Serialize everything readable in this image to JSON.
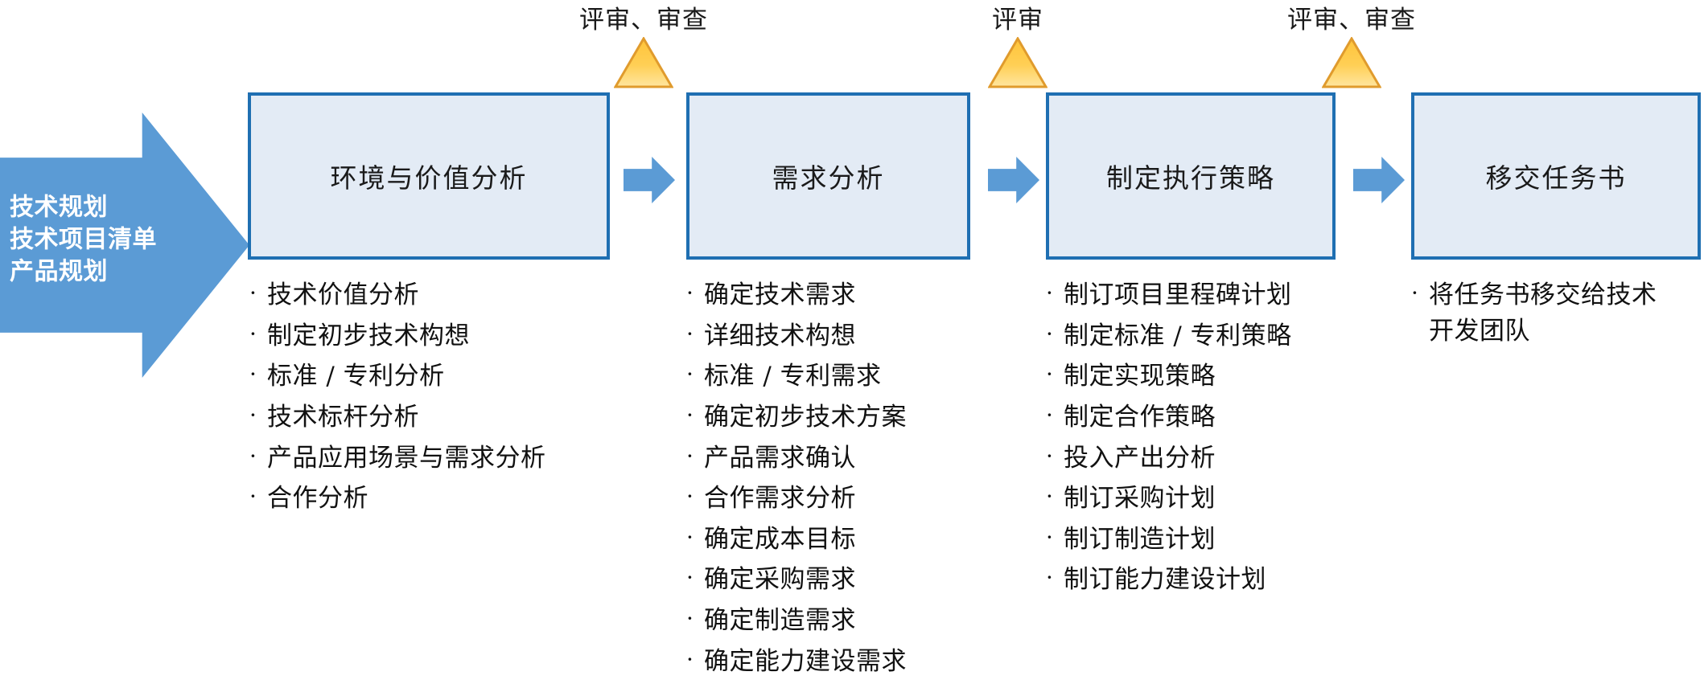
{
  "left_arrow": {
    "lines": [
      "技术规划",
      "技术项目清单",
      "产品规划"
    ],
    "color": "#5B9BD5",
    "text_color": "#FFFFFF"
  },
  "milestones": [
    {
      "label": "评审、审查",
      "icon": "triangle-milestone-icon",
      "color": "#FFC000",
      "border": "#E8A33D"
    },
    {
      "label": "评审",
      "icon": "triangle-milestone-icon",
      "color": "#FFC000",
      "border": "#E8A33D"
    },
    {
      "label": "评审、审查",
      "icon": "triangle-milestone-icon",
      "color": "#FFC000",
      "border": "#E8A33D"
    }
  ],
  "connectors": [
    {
      "icon": "right-arrow-icon"
    },
    {
      "icon": "right-arrow-icon"
    },
    {
      "icon": "right-arrow-icon"
    }
  ],
  "phases": [
    {
      "title": "环境与价值分析",
      "bullets": [
        "技术价值分析",
        "制定初步技术构想",
        "标准 / 专利分析",
        "技术标杆分析",
        "产品应用场景与需求分析",
        "合作分析"
      ]
    },
    {
      "title": "需求分析",
      "bullets": [
        "确定技术需求",
        "详细技术构想",
        "标准 / 专利需求",
        "确定初步技术方案",
        "产品需求确认",
        "合作需求分析",
        "确定成本目标",
        "确定采购需求",
        "确定制造需求",
        "确定能力建设需求"
      ]
    },
    {
      "title": "制定执行策略",
      "bullets": [
        "制订项目里程碑计划",
        "制定标准 / 专利策略",
        "制定实现策略",
        "制定合作策略",
        "投入产出分析",
        "制订采购计划",
        "制订制造计划",
        "制订能力建设计划"
      ]
    },
    {
      "title": "移交任务书",
      "bullets": [
        "将任务书移交给技术开发团队"
      ]
    }
  ],
  "style": {
    "box_fill": "#E3EBF5",
    "box_border": "#1F6FB2",
    "arrow_blue": "#5B9BD5",
    "bullet_char": "·"
  }
}
